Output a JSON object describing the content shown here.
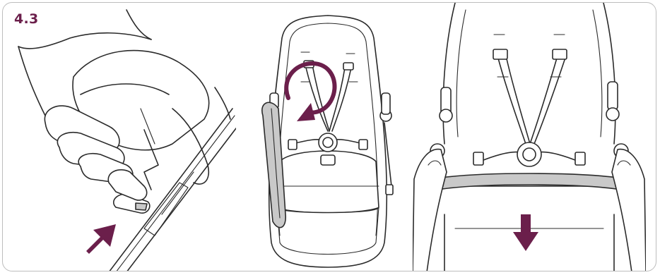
{
  "step": {
    "label": "4.3"
  },
  "colors": {
    "accent": "#6b1f4b",
    "frame_border": "#bdbdbd",
    "line": "#2b2b2b",
    "handle_fill": "#c9c9c9"
  },
  "panels": [
    {
      "id": "press-button",
      "icon": "push-arrow-icon"
    },
    {
      "id": "rotate-bumper",
      "icon": "rotate-arrow-icon"
    },
    {
      "id": "pull-bumper",
      "icon": "down-arrow-icon"
    }
  ]
}
